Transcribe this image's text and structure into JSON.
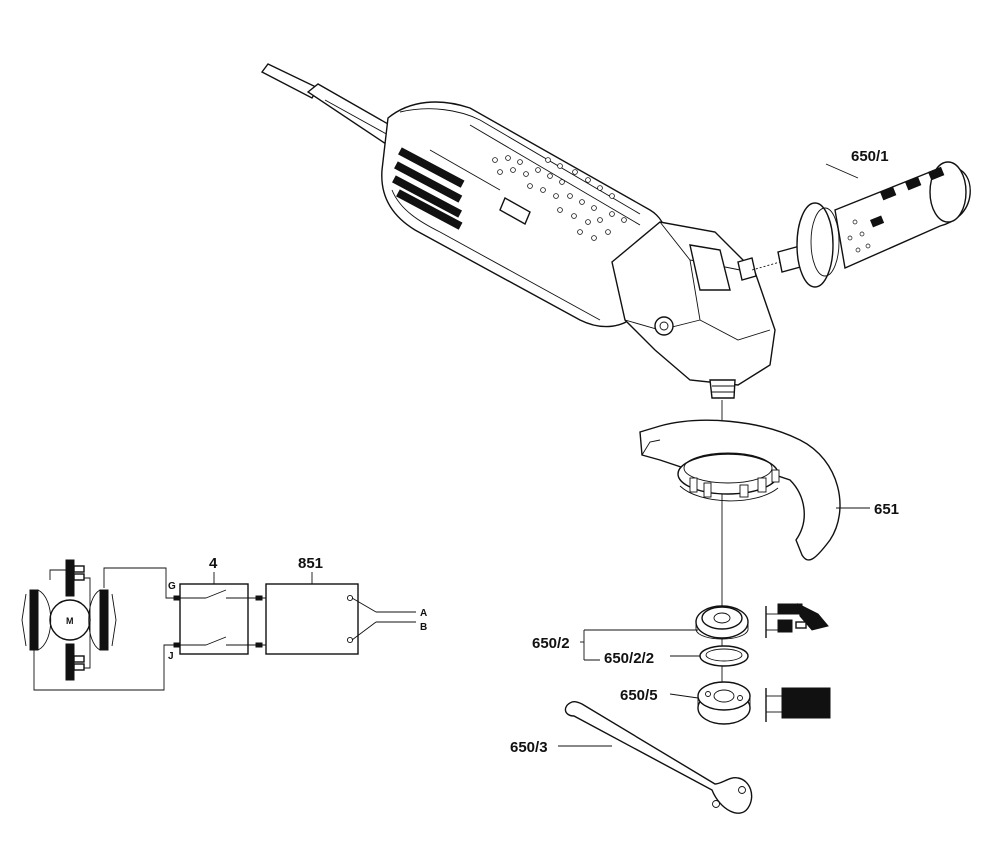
{
  "parts": {
    "handle": "650/1",
    "guard": "651",
    "flange_group": "650/2",
    "o_ring": "650/2/2",
    "clamp_nut": "650/5",
    "spanner": "650/3",
    "switch": "4",
    "suppressor": "851"
  },
  "wiring": {
    "motor": "M",
    "terminal_g": "G",
    "terminal_j": "J",
    "line_a": "A",
    "line_b": "B"
  }
}
